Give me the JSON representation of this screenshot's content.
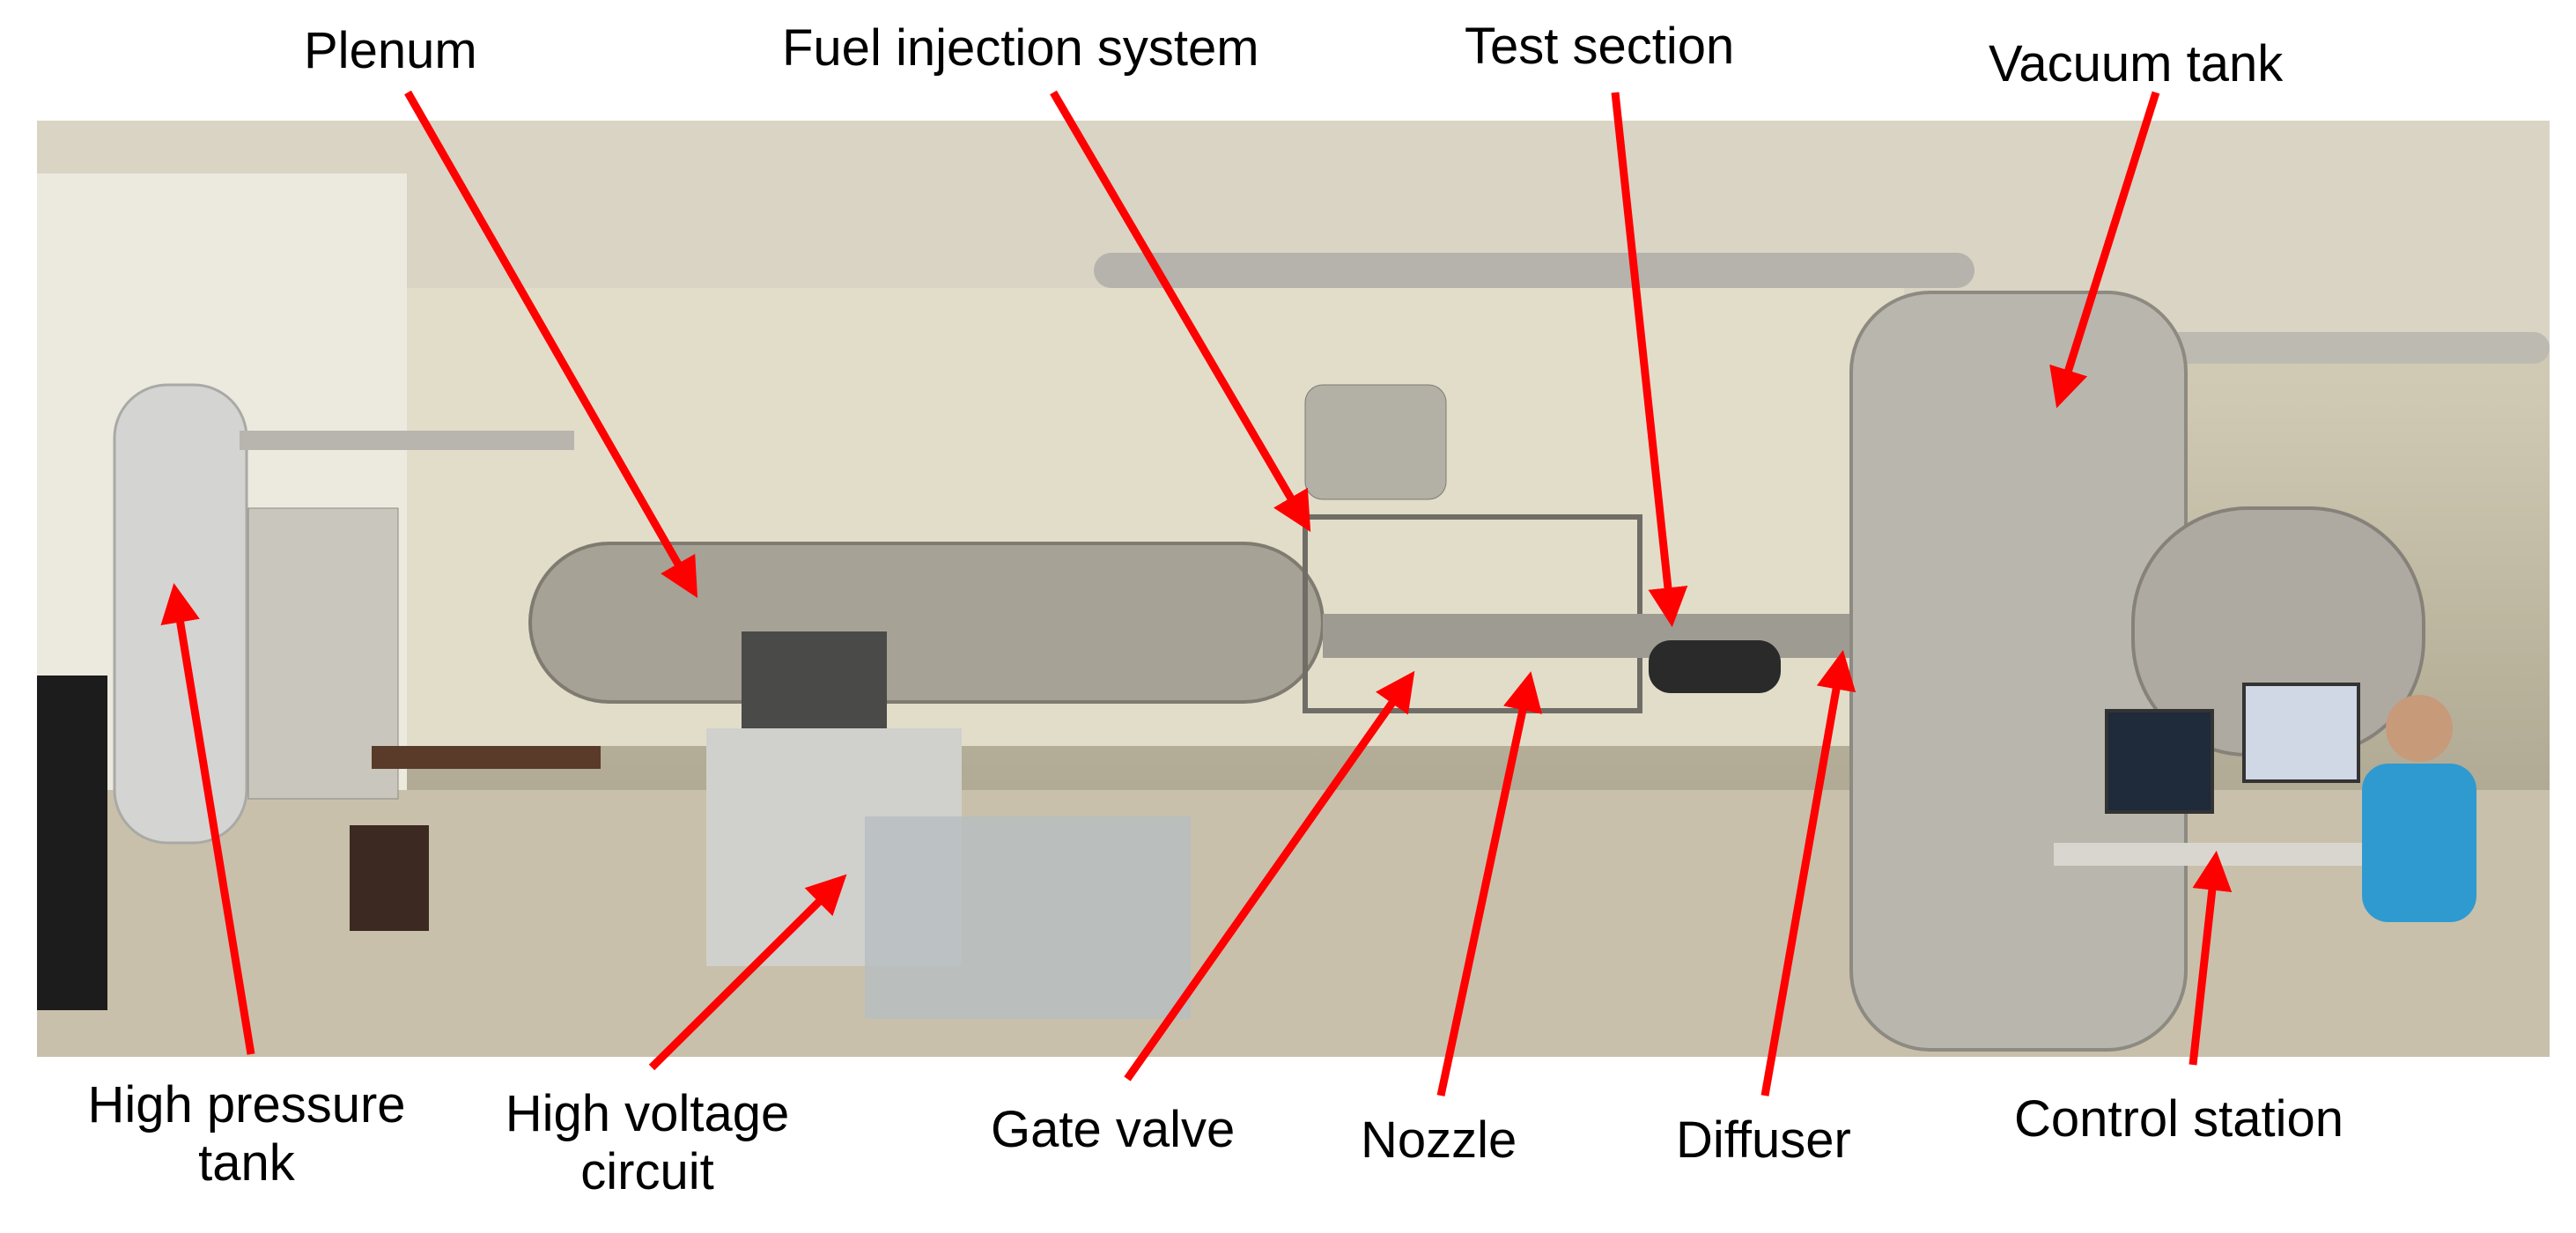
{
  "labels": {
    "plenum": "Plenum",
    "fuel_injection_system": "Fuel injection system",
    "test_section": "Test section",
    "vacuum_tank": "Vacuum tank",
    "high_pressure_tank_line1": "High pressure",
    "high_pressure_tank_line2": "tank",
    "high_voltage_circuit_line1": "High voltage",
    "high_voltage_circuit_line2": "circuit",
    "gate_valve": "Gate valve",
    "nozzle": "Nozzle",
    "diffuser": "Diffuser",
    "control_station": "Control station"
  },
  "colors": {
    "arrow": "#ff0000",
    "label_text": "#000000"
  }
}
